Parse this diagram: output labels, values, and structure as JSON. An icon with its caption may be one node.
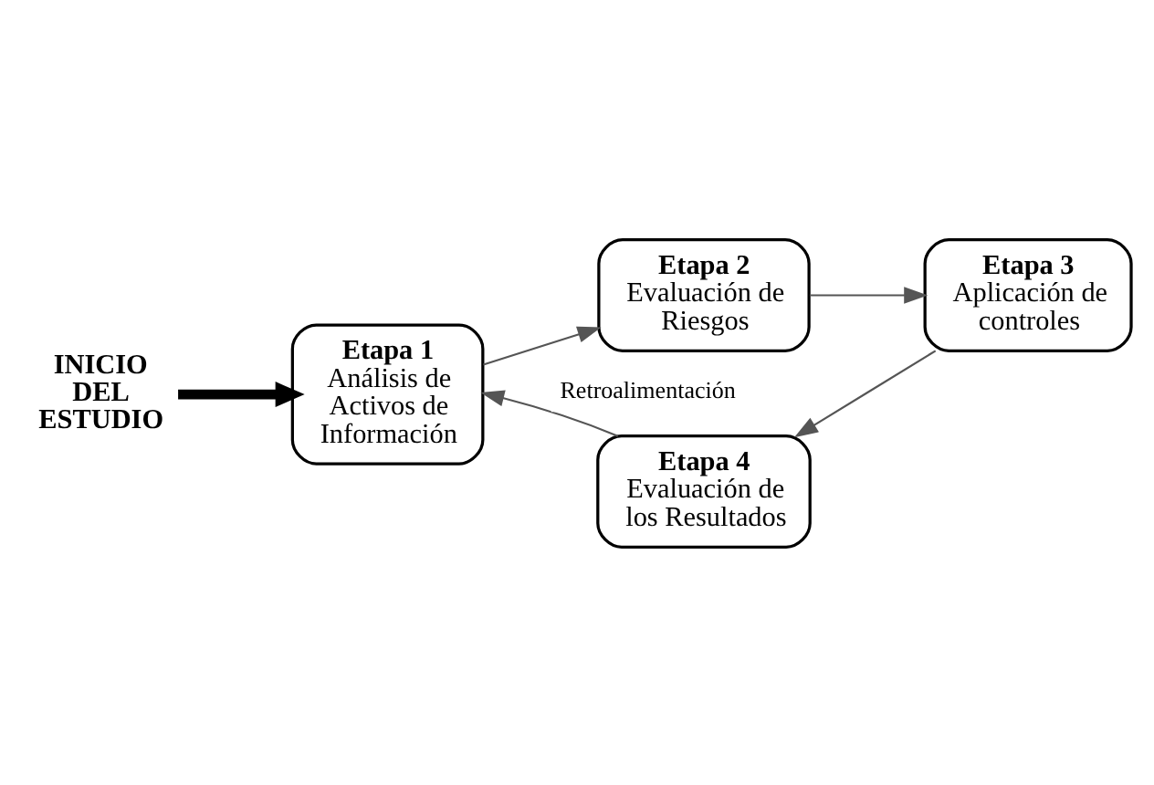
{
  "diagram": {
    "nodes": [
      {
        "text": [
          "INICIO DEL ESTUDIO"
        ]
      },
      {
        "text": [
          "Etapa 1",
          "Análisis de Activos de Información"
        ]
      },
      {
        "text": [
          "Etapa 2",
          "Evaluación de Riesgos"
        ]
      },
      {
        "text": [
          "Etapa 3",
          "Aplicación de controles"
        ]
      },
      {
        "text": [
          "Etapa 4",
          "Evaluación de los Resultados"
        ]
      }
    ],
    "edges": [
      {
        "from": 0,
        "to": 1,
        "arrow": "to",
        "style": "thick"
      },
      {
        "from": 1,
        "to": 2,
        "arrow": "to"
      },
      {
        "from": 2,
        "to": 3,
        "arrow": "to"
      },
      {
        "from": 3,
        "to": 4,
        "arrow": "to"
      },
      {
        "from": 4,
        "to": 1,
        "arrow": "to",
        "label": "Retroalimentación"
      }
    ]
  }
}
